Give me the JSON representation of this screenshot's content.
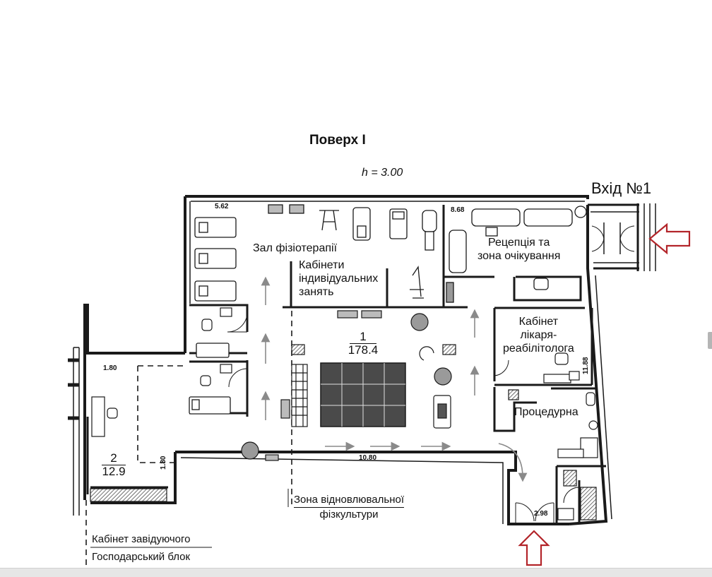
{
  "floor_title": "Поверх I",
  "ceiling_height": "h = 3.00",
  "entrances": {
    "main": "Вхід №1"
  },
  "rooms": {
    "physio_hall": "Зал фізіотерапії",
    "individual_rooms": [
      "Кабінети",
      "індивідуальних",
      "занять"
    ],
    "reception": [
      "Рецепція та",
      "зона очікування"
    ],
    "rehab_doctor": [
      "Кабінет",
      "лікаря-",
      "реабілітолога"
    ],
    "procedure_room": "Процедурна",
    "main_hall": {
      "number": "1",
      "area": "178.4"
    },
    "office": {
      "number": "2",
      "area": "12.9"
    }
  },
  "dimensions": {
    "d_5_62": "5.62",
    "d_8_68": "8.68",
    "d_1_80_a": "1.80",
    "d_1_80_b": "1.80",
    "d_11_88": "11.88",
    "d_10_80": "10.80",
    "d_2_98": "2.98"
  },
  "callouts": {
    "recovery_zone": [
      "Зона відновлювальної",
      "фізкультури"
    ],
    "head_office": "Кабінет завідуючого",
    "utility_block": "Господарський блок"
  },
  "colors": {
    "wall": "#1a1a1a",
    "hatch_fill": "#555555",
    "entrance_arrow": "#b3252a",
    "zone_arrow": "#8a8a8a"
  }
}
